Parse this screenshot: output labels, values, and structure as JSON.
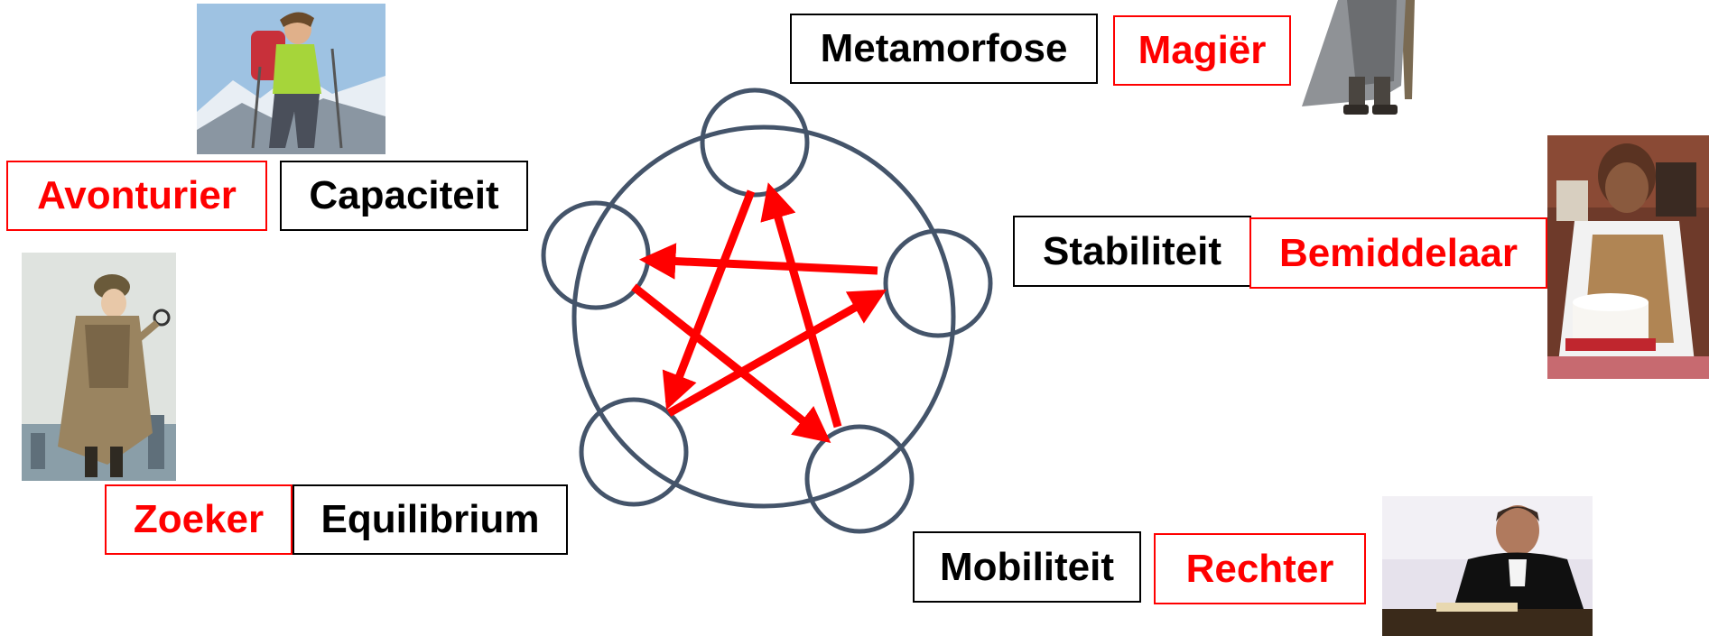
{
  "diagram": {
    "nodes": [
      {
        "id": "top",
        "label": "Metamorfose",
        "archetype": "Magiër",
        "image": "magician-figure"
      },
      {
        "id": "right",
        "label": "Stabiliteit",
        "archetype": "Bemiddelaar",
        "image": "baker-with-cake"
      },
      {
        "id": "bottom-right",
        "label": "Mobiliteit",
        "archetype": "Rechter",
        "image": "judge-at-desk"
      },
      {
        "id": "bottom-left",
        "label": "Equilibrium",
        "archetype": "Zoeker",
        "image": "detective-with-magnifier"
      },
      {
        "id": "left",
        "label": "Capaciteit",
        "archetype": "Avonturier",
        "image": "hiker-on-mountain"
      }
    ],
    "arrows": [
      {
        "from": "top",
        "to": "bottom-left"
      },
      {
        "from": "bottom-left",
        "to": "right"
      },
      {
        "from": "right",
        "to": "left"
      },
      {
        "from": "left",
        "to": "bottom-right"
      },
      {
        "from": "bottom-right",
        "to": "top"
      }
    ],
    "colors": {
      "circle_stroke": "#44546a",
      "arrow": "#ff0000",
      "concept_text": "#000000",
      "archetype_text": "#ff0000"
    }
  }
}
